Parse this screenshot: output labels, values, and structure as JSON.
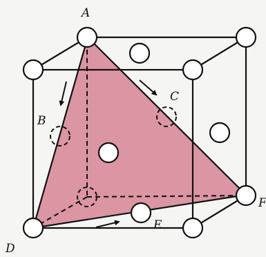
{
  "labels": {
    "A": "A",
    "B": "B",
    "C": "C",
    "D": "D",
    "E": "E",
    "F": "F"
  },
  "colors": {
    "plane_fill": "#d98f9e",
    "line": "#111111",
    "atom_fill": "#ffffff",
    "background": "#f5f5f4"
  },
  "icons": {
    "atom": "circle",
    "slip_arrow": "arrow"
  }
}
